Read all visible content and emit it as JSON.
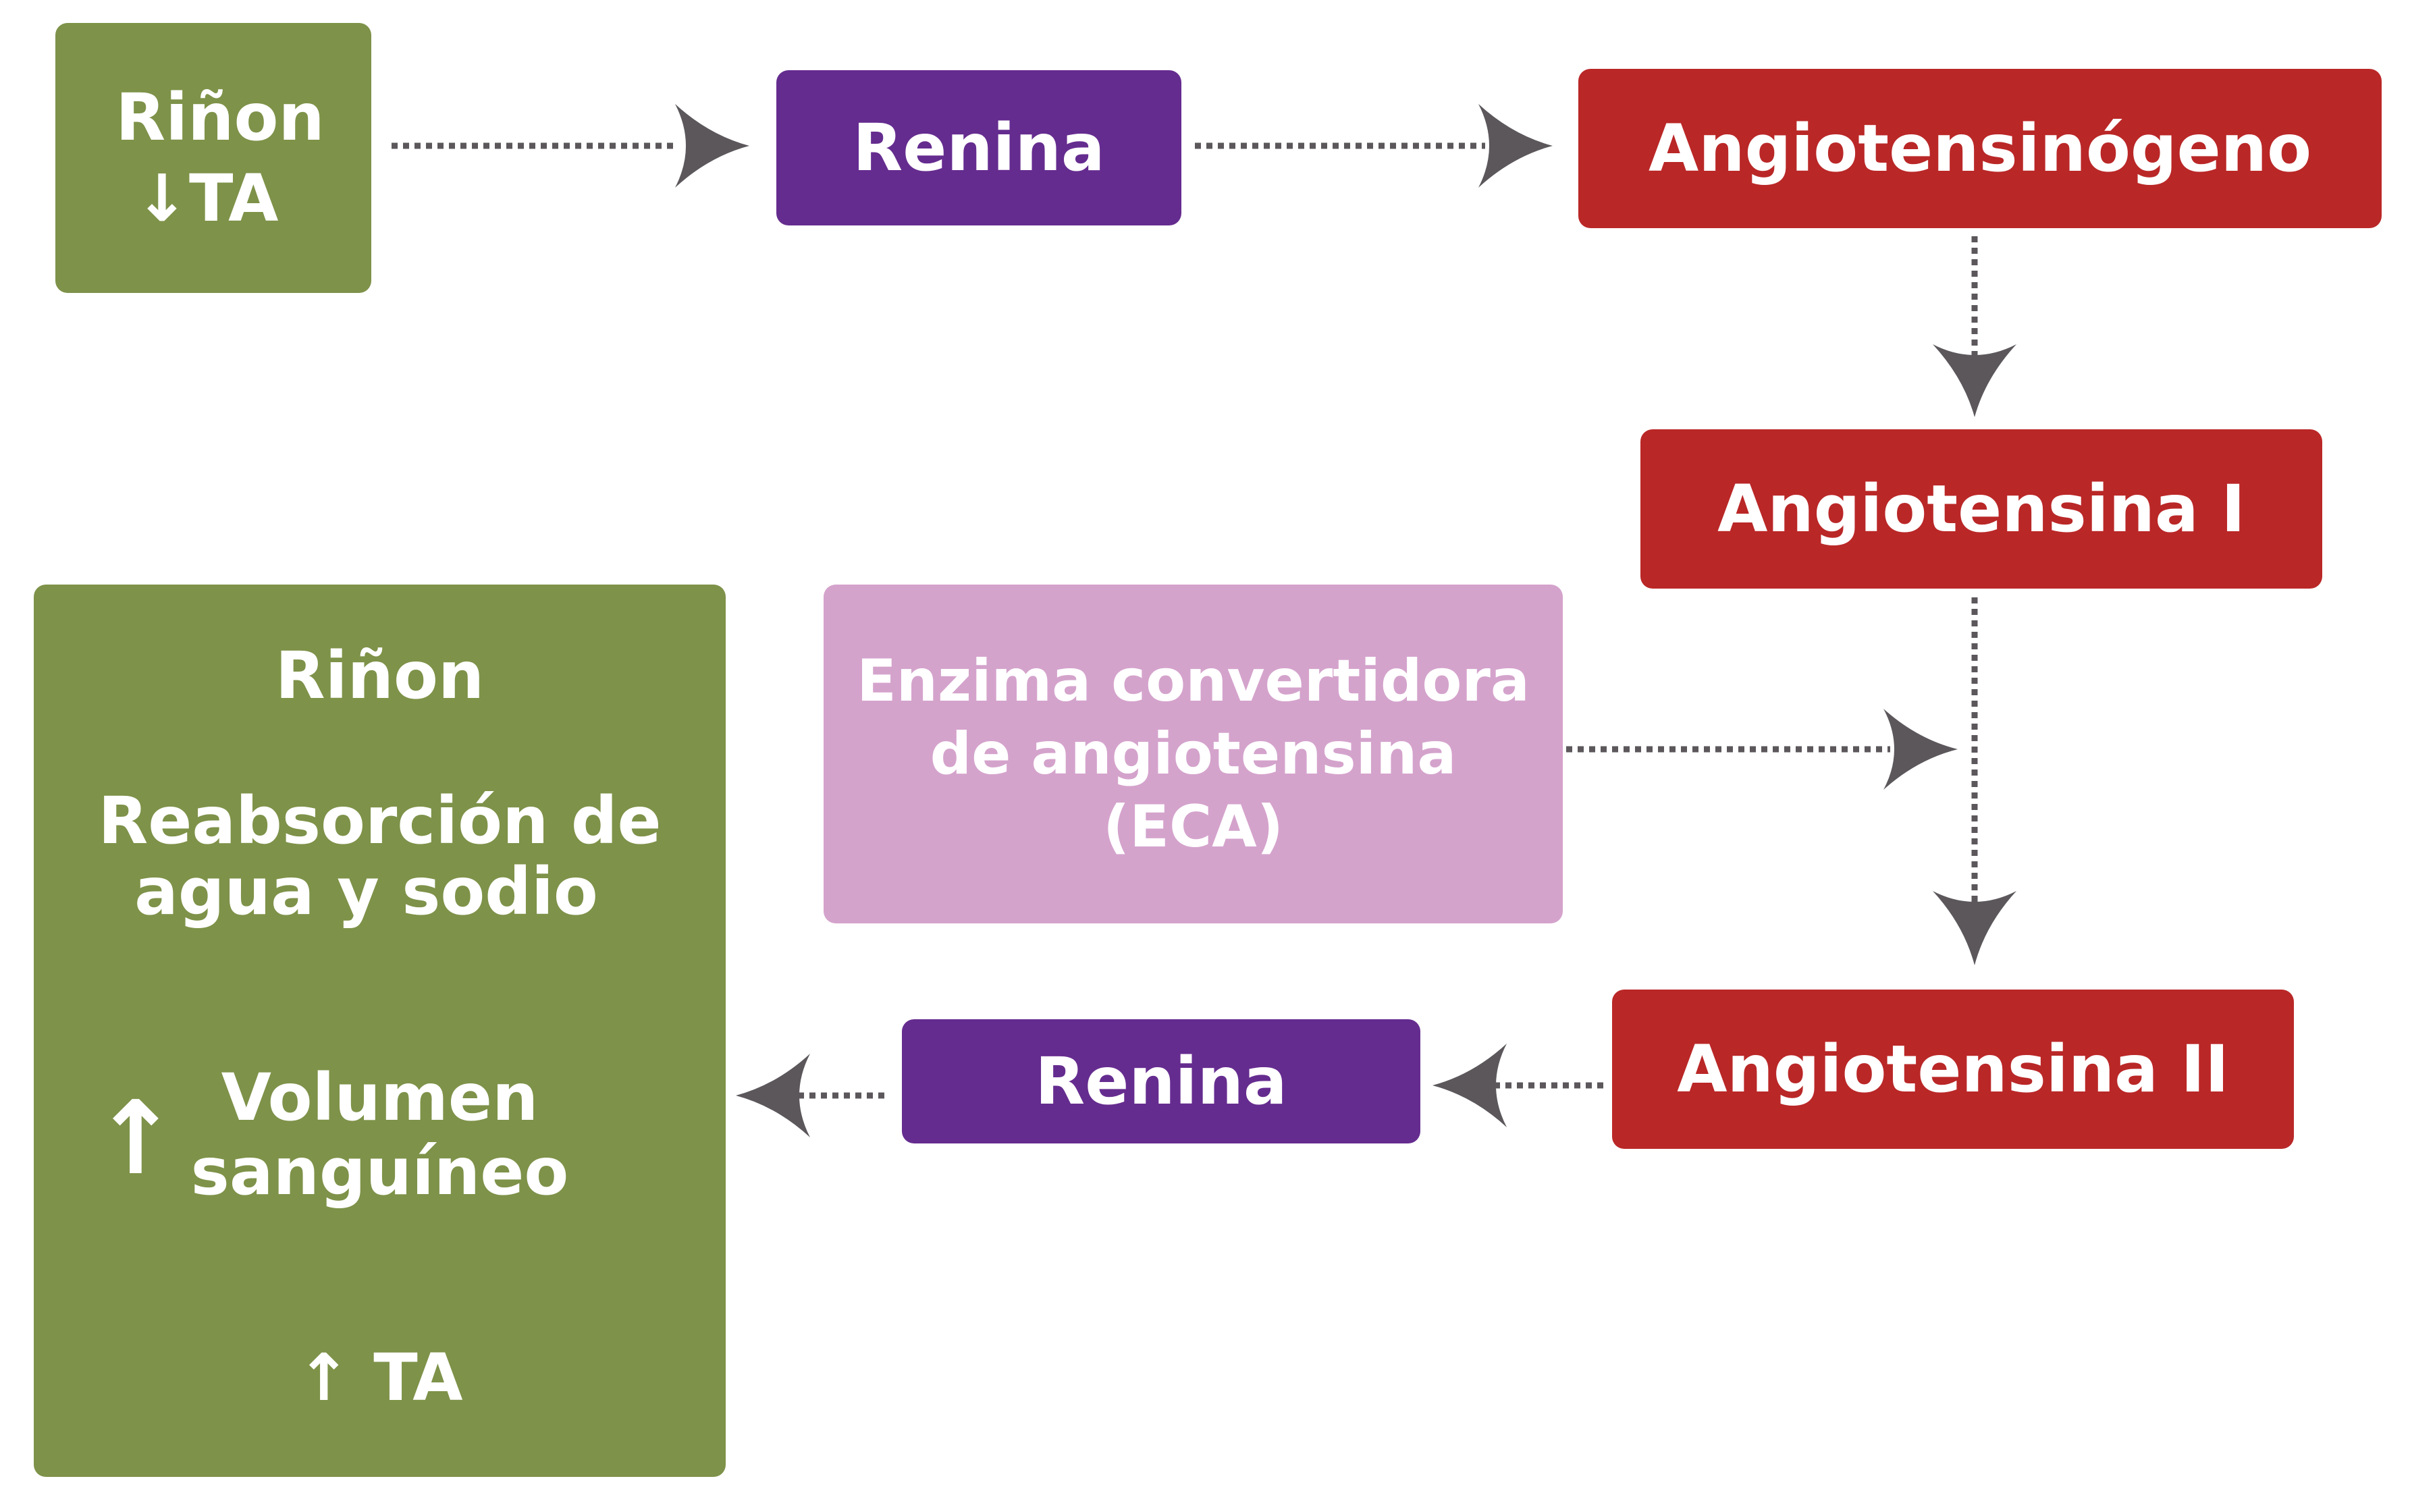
{
  "colors": {
    "green": "#7e9249",
    "purple": "#652c8f",
    "red": "#ba2727",
    "pink": "#d4a3cc",
    "arrow": "#5b575b",
    "text": "#ffffff"
  },
  "nodes": {
    "kidney_top": {
      "title": "Riñon",
      "sub_arrow": "↓",
      "sub": "TA"
    },
    "renin_top": {
      "label": "Renina"
    },
    "angiotensinogen": {
      "label": "Angiotensinógeno"
    },
    "angiotensin_1": {
      "label": "Angiotensina I"
    },
    "ace": {
      "line1": "Enzima convertidora",
      "line2": "de angiotensina",
      "line3": "(ECA)"
    },
    "angiotensin_2": {
      "label": "Angiotensina II"
    },
    "renin_bottom": {
      "label": "Renina"
    },
    "kidney_bottom": {
      "title": "Riñon",
      "effect_line1": "Reabsorción de",
      "effect_line2": "agua y sodio",
      "volume_arrow": "↑",
      "volume_line1": "Volumen",
      "volume_line2": "sanguíneo",
      "ta_arrow": "↑",
      "ta": "TA"
    }
  },
  "connectors": [
    "kidney-to-renin",
    "renin-to-angiotensinogen",
    "angiotensinogen-to-angiotensin-1",
    "ace-to-pathway",
    "angiotensin-1-to-angiotensin-2",
    "angiotensin-2-to-renin",
    "renin-to-kidney"
  ]
}
